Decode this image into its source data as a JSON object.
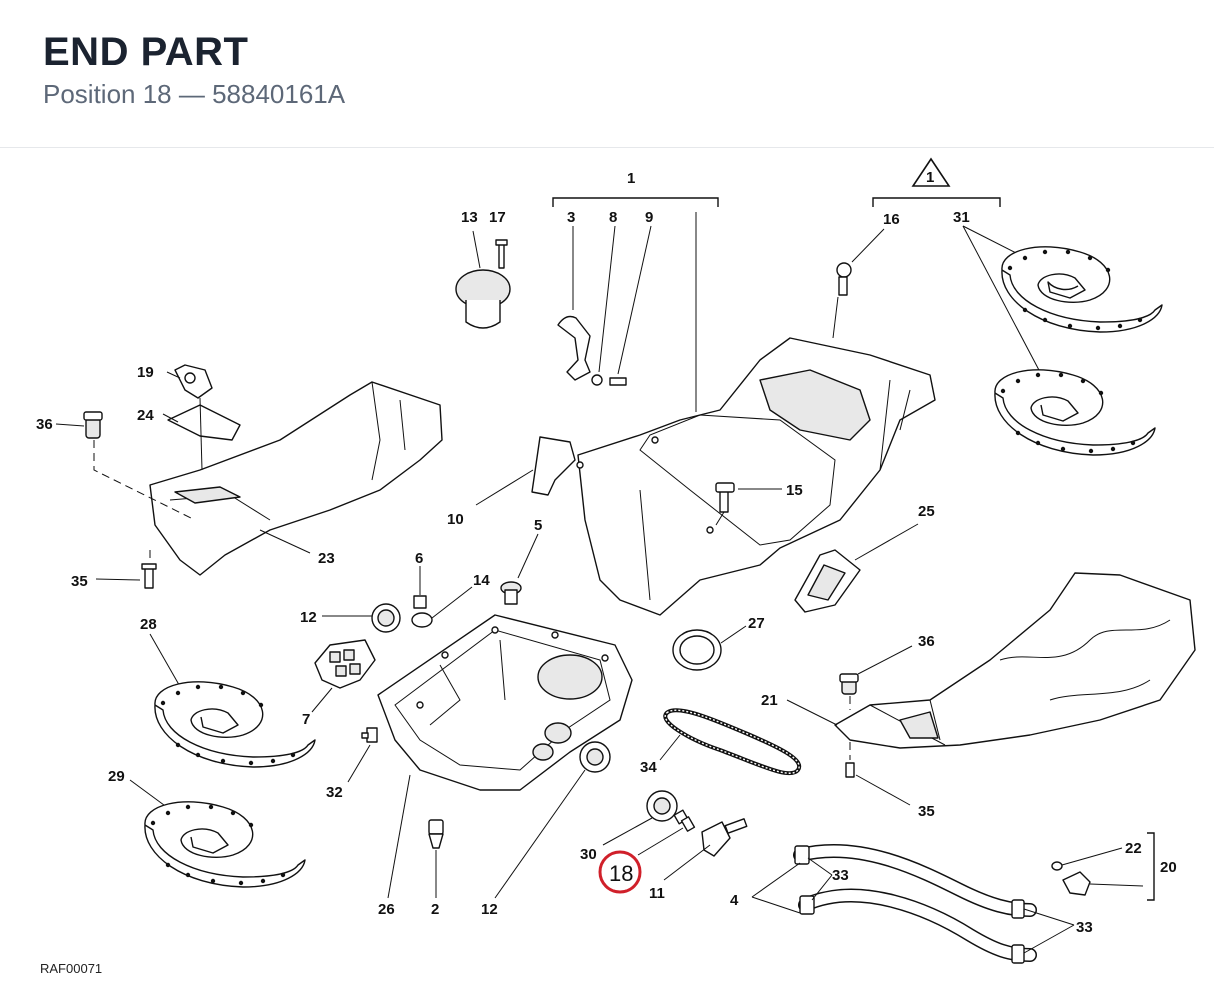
{
  "header": {
    "title": "END PART",
    "subtitle": "Position 18 — 58840161A"
  },
  "diagram": {
    "reference_code": "RAF00071",
    "highlight_color": "#d0202a",
    "highlighted_label": "18",
    "group_bracket_label": "1",
    "triangle_badge_label": "1",
    "bracket_20_label": "20",
    "labels": {
      "l1": "1",
      "l3": "3",
      "l8": "8",
      "l9": "9",
      "l13": "13",
      "l17": "17",
      "l16": "16",
      "l31": "31",
      "l19": "19",
      "l24": "24",
      "l36a": "36",
      "l23": "23",
      "l35a": "35",
      "l10": "10",
      "l15": "15",
      "l5": "5",
      "l6": "6",
      "l14": "14",
      "l12a": "12",
      "l25": "25",
      "l27": "27",
      "l28": "28",
      "l7": "7",
      "l36b": "36",
      "l21": "21",
      "l34": "34",
      "l32": "32",
      "l29": "29",
      "l30": "30",
      "l11": "11",
      "l35b": "35",
      "l22": "22",
      "l33a": "33",
      "l4": "4",
      "l33b": "33",
      "l26": "26",
      "l2": "2",
      "l12b": "12"
    }
  }
}
